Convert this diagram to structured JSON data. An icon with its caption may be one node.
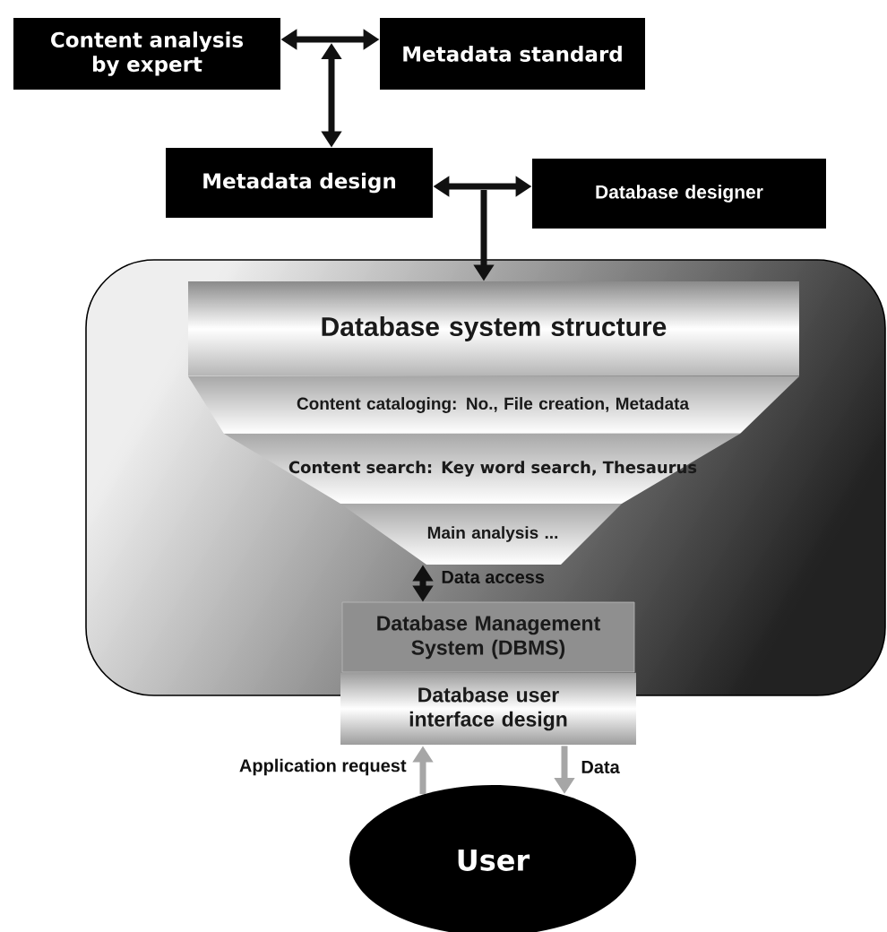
{
  "diagram": {
    "nodes": [
      {
        "text": [
          "Content analysis by expert"
        ]
      },
      {
        "text": [
          "Metadata standard"
        ]
      },
      {
        "text": [
          "Metadata design"
        ]
      },
      {
        "text": [
          "Database designer"
        ]
      },
      {
        "text": [],
        "shape": "box"
      },
      {
        "text": [
          "Database system structure"
        ],
        "in": 4
      },
      {
        "text": [
          "Content cataloging: No., File creation, Metadata"
        ],
        "in": 4
      },
      {
        "text": [
          "Content search: Key word search, Thesaurus"
        ],
        "in": 4
      },
      {
        "text": [
          "Main analysis ..."
        ],
        "in": 4
      },
      {
        "text": [
          "Database Management System (DBMS)"
        ],
        "in": 4
      },
      {
        "text": [
          "Database user interface design"
        ]
      },
      {
        "text": [
          "User"
        ]
      }
    ],
    "edges": [
      {
        "from": 0,
        "to": 1,
        "arrow": "both"
      },
      {
        "from": null,
        "to": 2,
        "arrow": "both"
      },
      {
        "from": 2,
        "to": 3,
        "arrow": "both"
      },
      {
        "from": null,
        "to": 5,
        "arrow": "to"
      },
      {
        "from": 8,
        "to": 9,
        "arrow": "both",
        "label": "Data access"
      },
      {
        "from": 11,
        "to": 10,
        "arrow": "to",
        "label": "Application request",
        "color": "#a6a6a6"
      },
      {
        "from": 10,
        "to": 11,
        "arrow": "to",
        "label": "Data",
        "color": "#a6a6a6"
      }
    ]
  }
}
